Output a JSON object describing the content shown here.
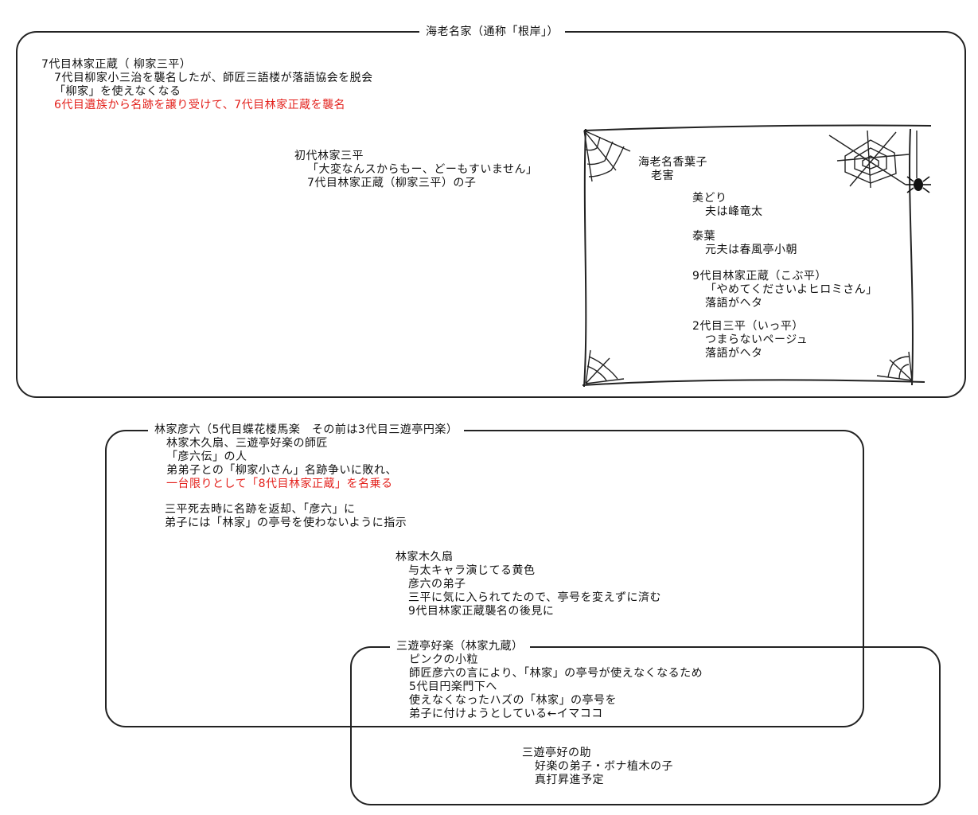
{
  "groups": {
    "ebina": {
      "title": "海老名家（通称「根岸」）",
      "shodai_masazo": {
        "head": "7代目林家正蔵（ 柳家三平）",
        "lines": [
          "7代目柳家小三治を襲名したが、師匠三語楼が落語協会を脱会",
          "「柳家」を使えなくなる"
        ],
        "red_line": "6代目遺族から名跡を譲り受けて、7代目林家正蔵を襲名"
      },
      "shodai_sanpei": {
        "head": "初代林家三平",
        "lines": [
          "「大変なんスからもー、どーもすいません」",
          "7代目林家正蔵（柳家三平）の子"
        ]
      },
      "family_box": {
        "kayoko": {
          "head": "海老名香葉子",
          "lines": [
            "老害"
          ]
        },
        "midori": {
          "head": "美どり",
          "lines": [
            "夫は峰竜太"
          ]
        },
        "yasuna": {
          "head": "泰葉",
          "lines": [
            "元夫は春風亭小朝"
          ]
        },
        "kyudai": {
          "head": "9代目林家正蔵（こぶ平）",
          "lines": [
            "「やめてくださいよヒロミさん」",
            "落語がヘタ"
          ]
        },
        "nidai": {
          "head": "2代目三平（いっ平）",
          "lines": [
            "つまらないページュ",
            "落語がヘタ"
          ]
        }
      }
    },
    "hikoroku": {
      "title": "林家彦六（5代目蝶花楼馬楽　その前は3代目三遊亭円楽）",
      "main": {
        "lines": [
          "林家木久扇、三遊亭好楽の師匠",
          "「彦六伝」の人",
          "弟弟子との「柳家小さん」名跡争いに敗れ、"
        ],
        "red_line": "一台限りとして「8代目林家正蔵」を名乗る",
        "after": [
          "三平死去時に名跡を返却、「彦六」に",
          "弟子には「林家」の亭号を使わないように指示"
        ]
      },
      "kikuou": {
        "head": "林家木久扇",
        "lines": [
          "与太キャラ演じてる黄色",
          "彦六の弟子",
          "三平に気に入られてたので、亭号を変えずに済む",
          "9代目林家正蔵襲名の後見に"
        ]
      }
    },
    "koraku": {
      "title": "三遊亭好楽（林家九蔵）",
      "lines": [
        "ピンクの小粒",
        "師匠彦六の言により、「林家」の亭号が使えなくなるため",
        "5代目円楽門下へ",
        "使えなくなったハズの「林家」の亭号を",
        "弟子に付けようとしている←イマココ"
      ],
      "konosuke": {
        "head": "三遊亭好の助",
        "lines": [
          "好楽の弟子・ボナ植木の子",
          "真打昇進予定"
        ]
      }
    }
  }
}
